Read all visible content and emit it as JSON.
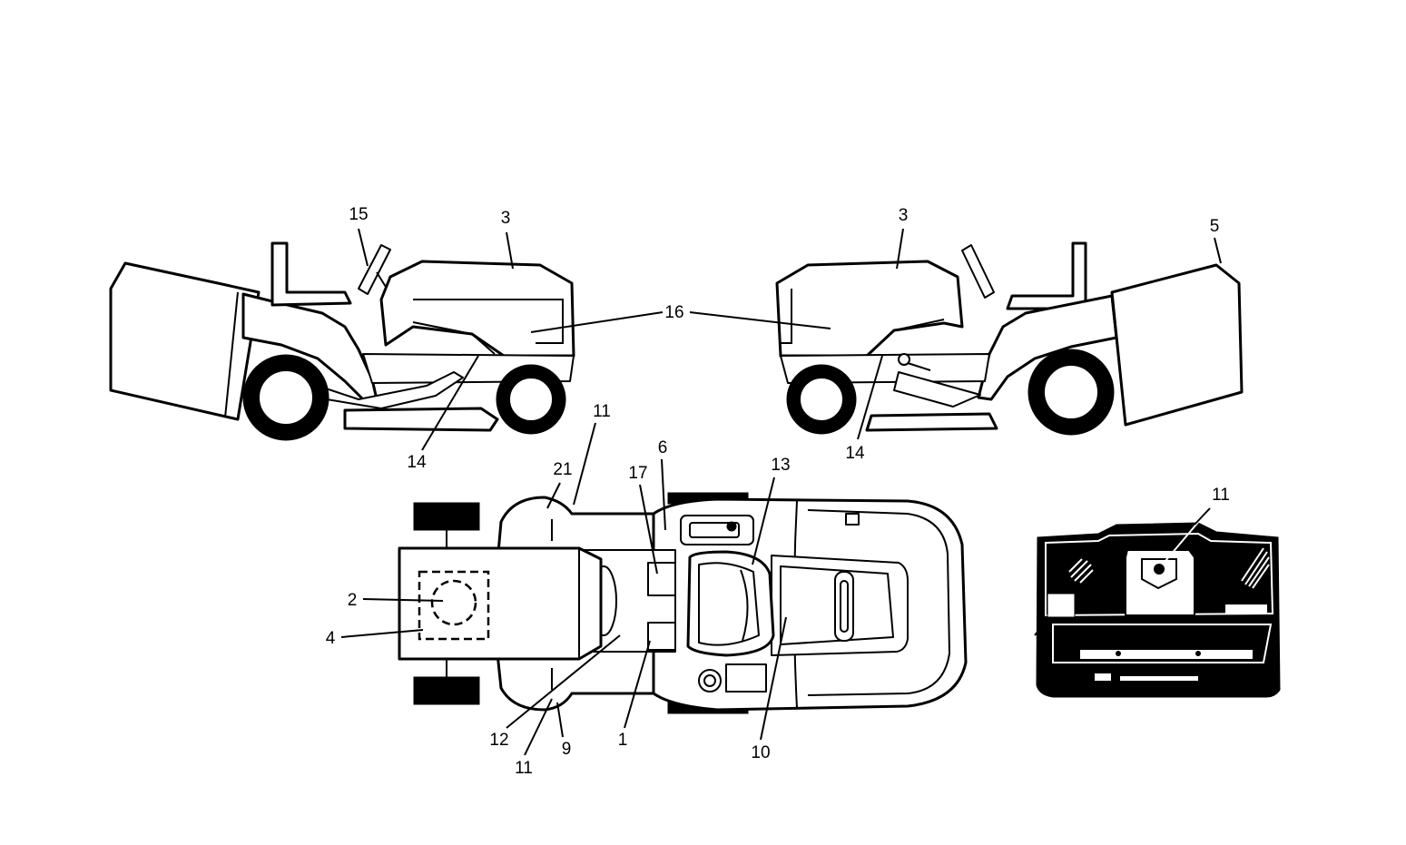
{
  "callouts": {
    "left_15": "15",
    "left_3": "3",
    "center_16": "16",
    "left_14": "14",
    "right_3": "3",
    "right_5": "5",
    "right_14": "14",
    "top_11": "11",
    "top_21": "21",
    "top_17": "17",
    "top_6": "6",
    "top_13": "13",
    "top_2": "2",
    "top_4": "4",
    "top_12": "12",
    "top_11b": "11",
    "top_9": "9",
    "top_1": "1",
    "top_10": "10",
    "deck_11": "11"
  },
  "colors": {
    "ink": "#000000",
    "paper": "#ffffff"
  }
}
